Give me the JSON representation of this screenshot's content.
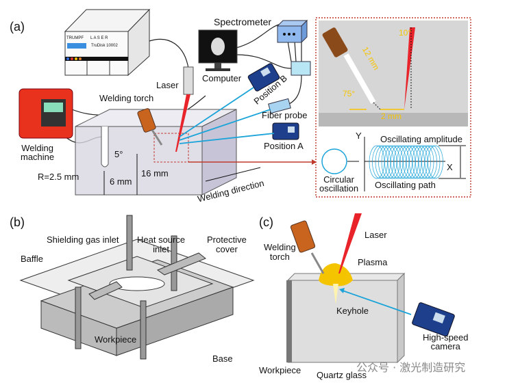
{
  "panel_a": {
    "label": "(a)",
    "laser_unit": {
      "brand": "TRUMPF",
      "title": "L A S E R",
      "model": "TruDisk 10002"
    },
    "spectrometer": "Spectrometer",
    "computer": "Computer",
    "laser": "Laser",
    "welding_torch": "Welding torch",
    "position_b": "Position B",
    "fiber_probe": "Fiber probe",
    "position_a": "Position A",
    "welding_machine": "Welding\nmachine",
    "angle_5": "5°",
    "radius": "R=2.5 mm",
    "depth_6": "6 mm",
    "height_16": "16 mm",
    "welding_direction": "Welding direction",
    "inset": {
      "angle_10": "10°",
      "length_12": "12 mm",
      "angle_75": "75°",
      "offset_2": "2 mm",
      "axis_y": "Y",
      "axis_x": "X",
      "oscillating_amplitude": "Oscillating amplitude",
      "circular_oscillation": "Circular\noscillation",
      "oscillating_path": "Oscillating path"
    }
  },
  "panel_b": {
    "label": "(b)",
    "shielding_gas_inlet": "Shielding gas inlet",
    "heat_source_inlet": "Heat source\ninlet",
    "protective_cover": "Protective\ncover",
    "baffle": "Baffle",
    "workpiece": "Workpiece",
    "base": "Base"
  },
  "panel_c": {
    "label": "(c)",
    "laser": "Laser",
    "welding_torch": "Welding\ntorch",
    "plasma": "Plasma",
    "keyhole": "Keyhole",
    "camera": "High-speed\ncamera",
    "workpiece": "Workpiece",
    "quartz_glass": "Quartz glass"
  },
  "watermark": "公众号 · 激光制造研究",
  "colors": {
    "laser": "#e8232a",
    "torch": "#c8641e",
    "camera": "#1d3f8c",
    "probe_beam": "#1aa3d9",
    "plasma": "#f5c400",
    "inset_border": "#c0392b",
    "machine": "#e8321e"
  }
}
